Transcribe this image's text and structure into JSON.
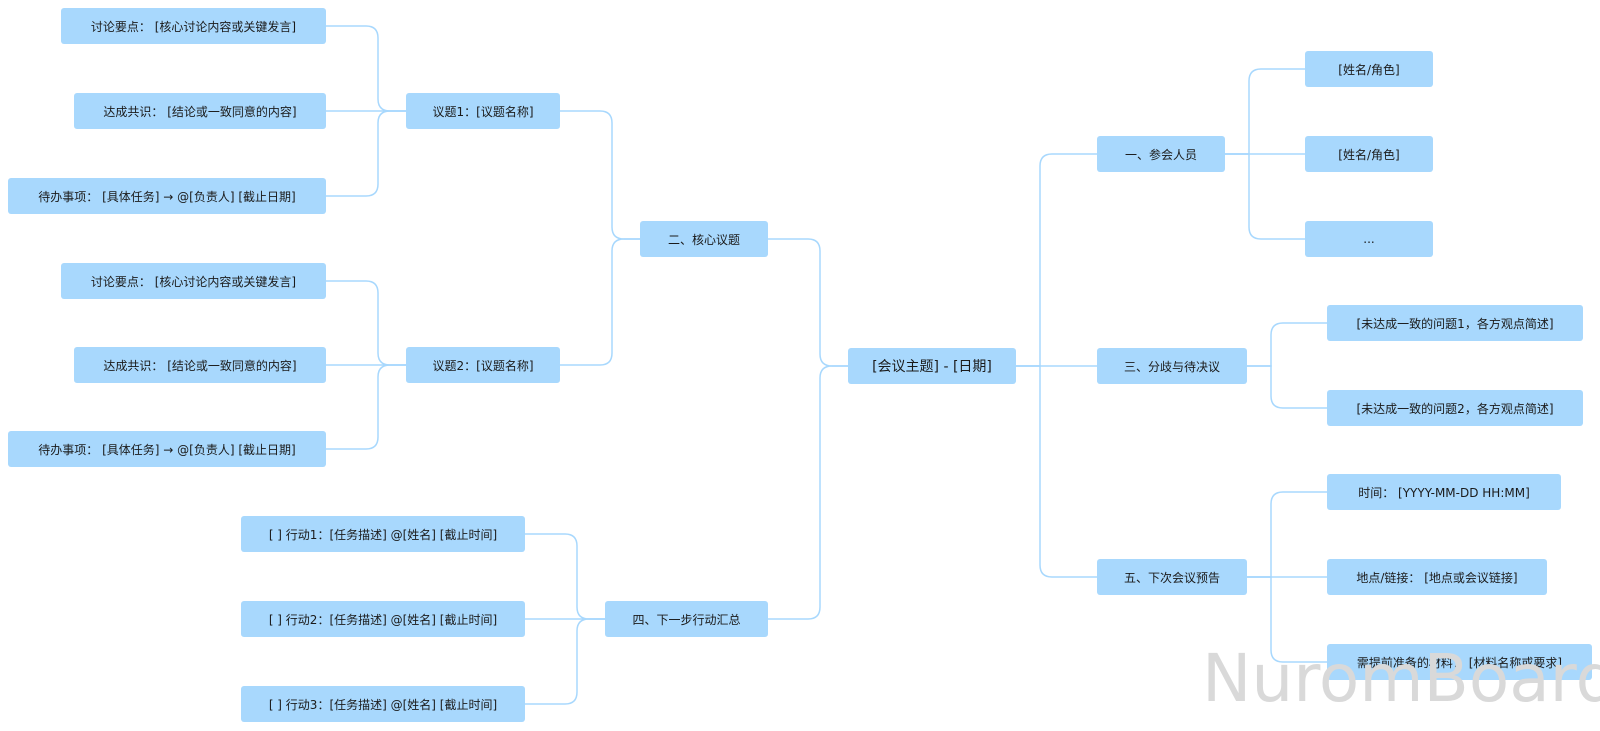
{
  "mindmap": {
    "root": "[会议主题] - [日期]",
    "branches": {
      "attendees": {
        "label": "一、参会人员",
        "items": [
          "[姓名/角色]",
          "[姓名/角色]",
          "..."
        ]
      },
      "core_topics": {
        "label": "二、核心议题",
        "topic1": {
          "label": "议题1：[议题名称]",
          "points": "讨论要点：  [核心讨论内容或关键发言]",
          "consensus": "达成共识：  [结论或一致同意的内容]",
          "todo": "待办事项：  [具体任务] → @[负责人] [截止日期]"
        },
        "topic2": {
          "label": "议题2：[议题名称]",
          "points": "讨论要点：  [核心讨论内容或关键发言]",
          "consensus": "达成共识：  [结论或一致同意的内容]",
          "todo": "待办事项：  [具体任务] → @[负责人] [截止日期]"
        }
      },
      "disputes": {
        "label": "三、分歧与待决议",
        "items": [
          "[未达成一致的问题1，各方观点简述]",
          "[未达成一致的问题2，各方观点简述]"
        ]
      },
      "actions": {
        "label": "四、下一步行动汇总",
        "items": [
          "[ ] 行动1：[任务描述] @[姓名] [截止时间]",
          "[ ] 行动2：[任务描述] @[姓名] [截止时间]",
          "[ ] 行动3：[任务描述] @[姓名] [截止时间]"
        ]
      },
      "next_meeting": {
        "label": "五、下次会议预告",
        "items": [
          "时间：  [YYYY-MM-DD HH:MM]",
          "地点/链接：  [地点或会议链接]",
          "需提前准备的材料：  [材料名称或要求]"
        ]
      }
    }
  },
  "watermark": "NuromBoard",
  "colors": {
    "node_fill": "#a8d8fd",
    "link": "#a8d8fd",
    "text": "#1b1b1b",
    "watermark": "#d9d9d9"
  }
}
